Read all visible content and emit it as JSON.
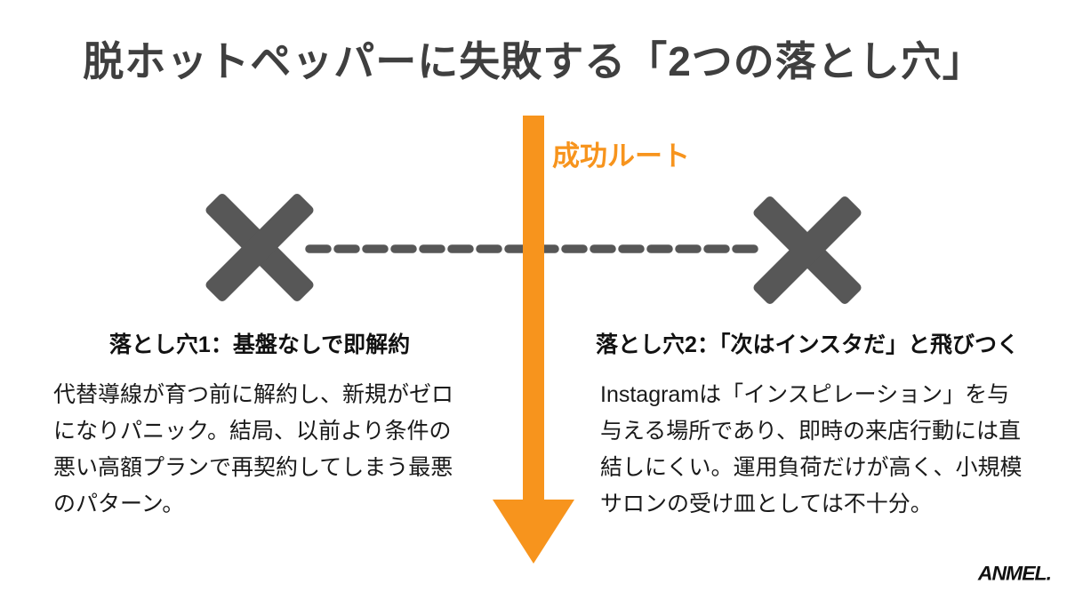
{
  "slide": {
    "title": "脱ホットペッパーに失敗する「2つの落とし穴」",
    "success_route_label": "成功ルート",
    "pitfall_left": {
      "heading": "落とし穴1：基盤なしで即解約",
      "body": "代替導線が育つ前に解約し、新規がゼロ\nになりパニック。結局、以前より条件の\n悪い高額プランで再契約してしまう最悪\nのパターン。"
    },
    "pitfall_right": {
      "heading": "落とし穴2：「次はインスタだ」と飛びつく",
      "body": "Instagramは「インスピレーション」を与\n与える場所であり、即時の来店行動には直\n結しにくい。運用負荷だけが高く、小規模\nサロンの受け皿としては不十分。"
    },
    "logo": "ANMEL.",
    "colors": {
      "accent_orange": "#f7941d",
      "title_gray": "#3f3f3f",
      "mark_gray": "#575757",
      "text_black": "#1a1a1a",
      "background": "#ffffff"
    }
  }
}
